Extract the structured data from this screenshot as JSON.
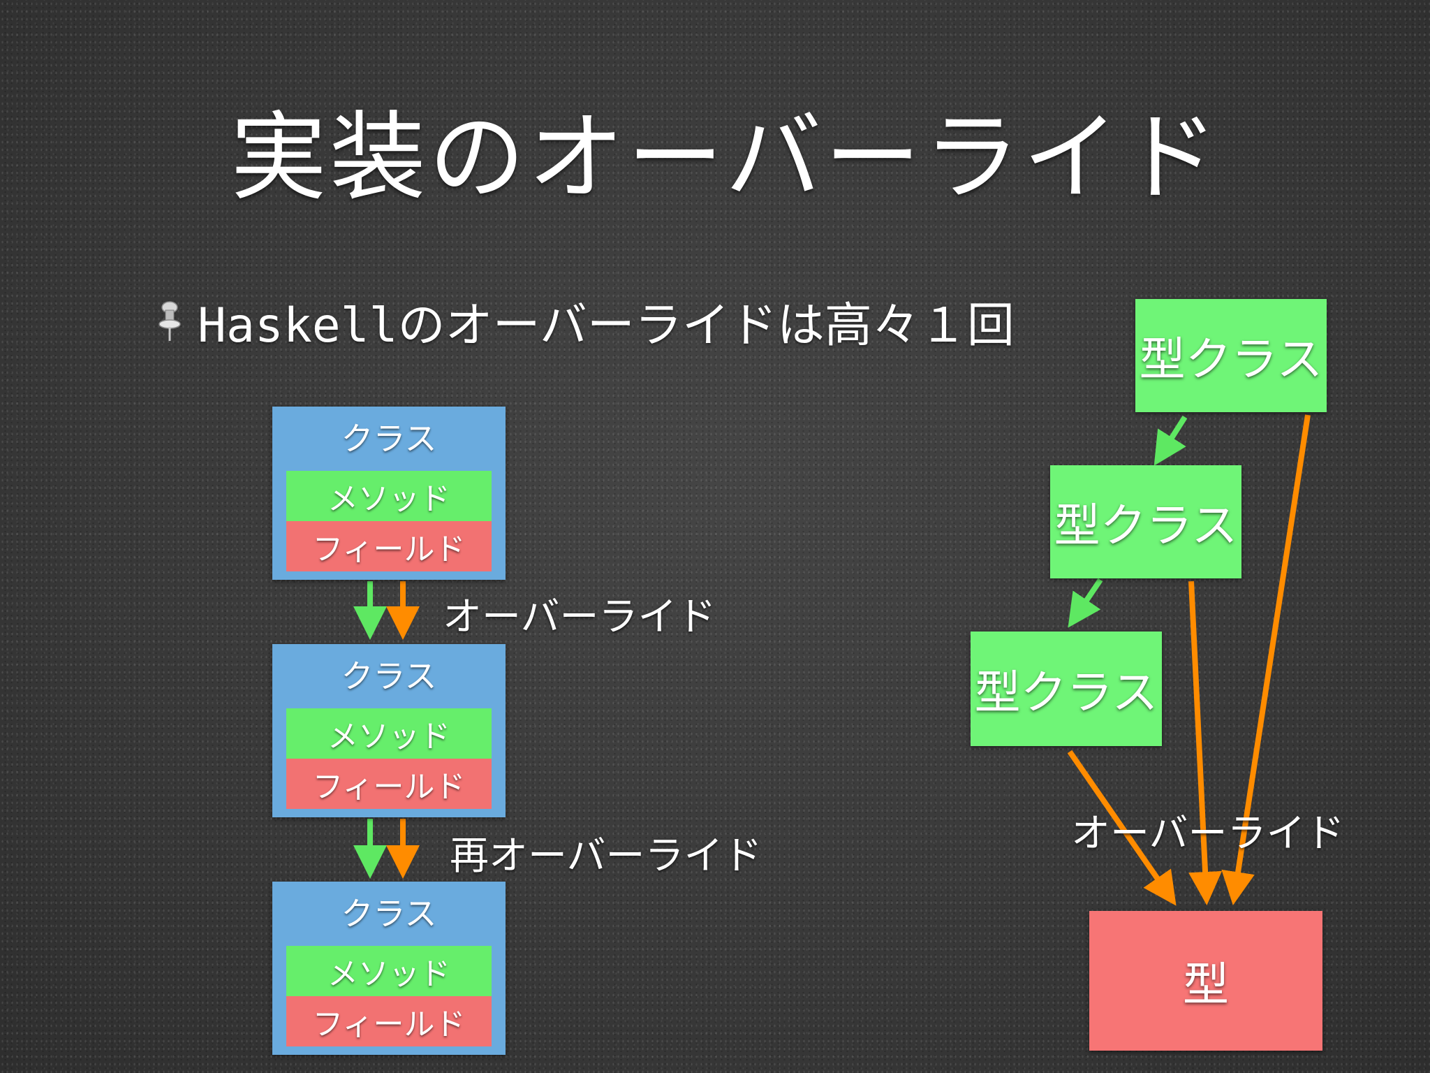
{
  "title": "実装のオーバーライド",
  "bullet": {
    "icon": "pushpin-icon",
    "prefix": "Haskell",
    "text": "のオーバーライドは高々１回"
  },
  "left_diagram": {
    "classes": [
      {
        "label": "クラス",
        "method": "メソッド",
        "field": "フィールド"
      },
      {
        "label": "クラス",
        "method": "メソッド",
        "field": "フィールド"
      },
      {
        "label": "クラス",
        "method": "メソッド",
        "field": "フィールド"
      }
    ],
    "labels": [
      "オーバーライド",
      "再オーバーライド"
    ]
  },
  "right_diagram": {
    "typeclasses": [
      "型クラス",
      "型クラス",
      "型クラス"
    ],
    "type": "型",
    "label": "オーバーライド"
  },
  "colors": {
    "class_box": "#6aabde",
    "method": "#66ee6b",
    "field": "#f27272",
    "typeclass": "#6ff577",
    "type": "#f77575",
    "arrow_green": "#5ee862",
    "arrow_orange": "#ff8c00"
  }
}
